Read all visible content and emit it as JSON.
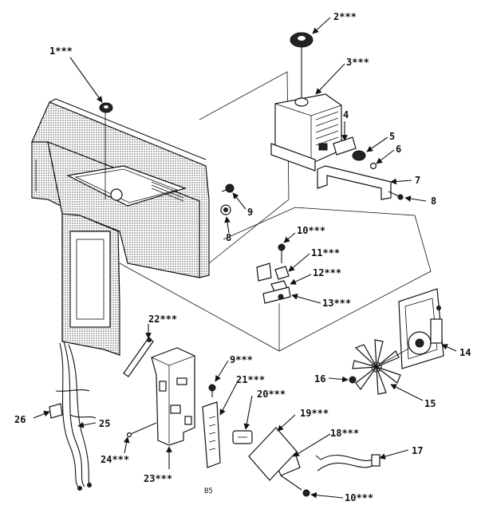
{
  "callouts": [
    {
      "id": "c1",
      "label": "1***"
    },
    {
      "id": "c2",
      "label": "2***"
    },
    {
      "id": "c3",
      "label": "3***"
    },
    {
      "id": "c4",
      "label": "4"
    },
    {
      "id": "c5",
      "label": "5"
    },
    {
      "id": "c6",
      "label": "6"
    },
    {
      "id": "c7",
      "label": "7"
    },
    {
      "id": "c8a",
      "label": "8"
    },
    {
      "id": "c8b",
      "label": "8"
    },
    {
      "id": "c9a",
      "label": "9"
    },
    {
      "id": "c9b",
      "label": "9***"
    },
    {
      "id": "c10a",
      "label": "10***"
    },
    {
      "id": "c10b",
      "label": "10***"
    },
    {
      "id": "c11",
      "label": "11***"
    },
    {
      "id": "c12",
      "label": "12***"
    },
    {
      "id": "c13",
      "label": "13***"
    },
    {
      "id": "c14",
      "label": "14"
    },
    {
      "id": "c15",
      "label": "15"
    },
    {
      "id": "c16",
      "label": "16"
    },
    {
      "id": "c17",
      "label": "17"
    },
    {
      "id": "c18",
      "label": "18***"
    },
    {
      "id": "c19",
      "label": "19***"
    },
    {
      "id": "c20",
      "label": "20***"
    },
    {
      "id": "c21",
      "label": "21***"
    },
    {
      "id": "c22",
      "label": "22***"
    },
    {
      "id": "c23",
      "label": "23***"
    },
    {
      "id": "c24",
      "label": "24***"
    },
    {
      "id": "c25",
      "label": "25"
    },
    {
      "id": "c26",
      "label": "26"
    }
  ],
  "footer_mark": "B5"
}
